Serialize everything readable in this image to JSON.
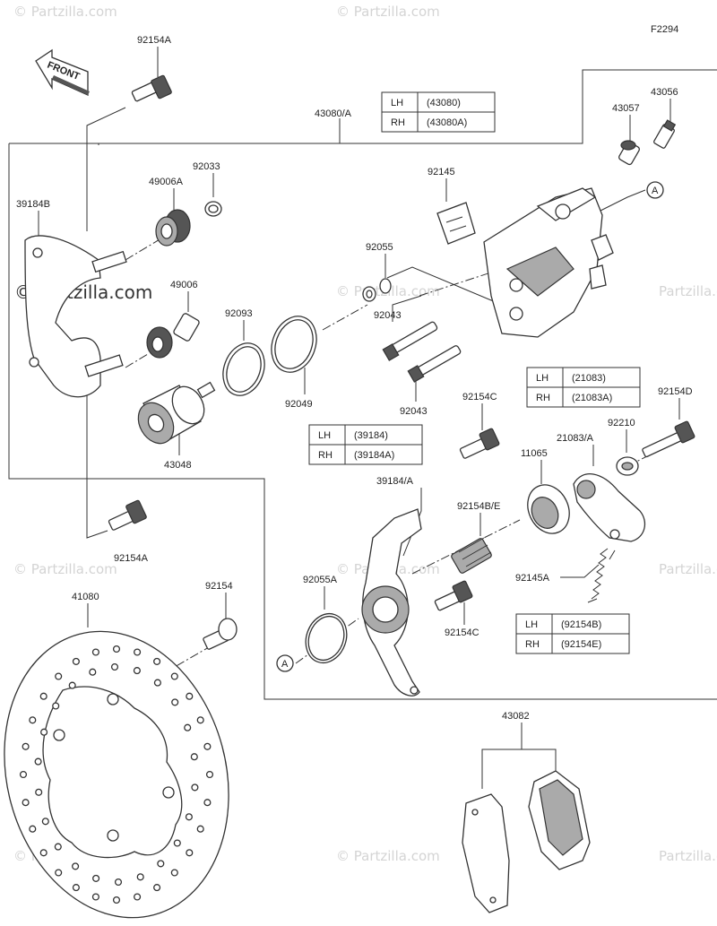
{
  "diagram_code": "F2294",
  "front_label": "FRONT",
  "watermark": "© Partzilla.com",
  "watermark_short": "Partzilla.com",
  "parts": {
    "p92154A_top": "92154A",
    "p43080A": "43080/A",
    "p43056": "43056",
    "p43057": "43057",
    "p92033": "92033",
    "p49006A": "49006A",
    "p39184B": "39184B",
    "p92145": "92145",
    "p92055": "92055",
    "p49006": "49006",
    "p92093": "92093",
    "p92043a": "92043",
    "p92049": "92049",
    "p92043b": "92043",
    "p43048": "43048",
    "p92154C_top": "92154C",
    "p92154D": "92154D",
    "p92210": "92210",
    "p21083A": "21083/A",
    "p11065": "11065",
    "p39184A": "39184/A",
    "p92154BE": "92154B/E",
    "p92154A_bot": "92154A",
    "p92055A": "92055A",
    "p92145A": "92145A",
    "p92154C_bot": "92154C",
    "p41080": "41080",
    "p92154": "92154",
    "p43082": "43082",
    "ref_a": "A"
  },
  "tables": {
    "caliper": [
      [
        "LH",
        "(43080)"
      ],
      [
        "RH",
        "(43080A)"
      ]
    ],
    "bracket": [
      [
        "LH",
        "(39184)"
      ],
      [
        "RH",
        "(39184A)"
      ]
    ],
    "lever": [
      [
        "LH",
        "(21083)"
      ],
      [
        "RH",
        "(21083A)"
      ]
    ],
    "spring_bolt": [
      [
        "LH",
        "(92154B)"
      ],
      [
        "RH",
        "(92154E)"
      ]
    ]
  }
}
